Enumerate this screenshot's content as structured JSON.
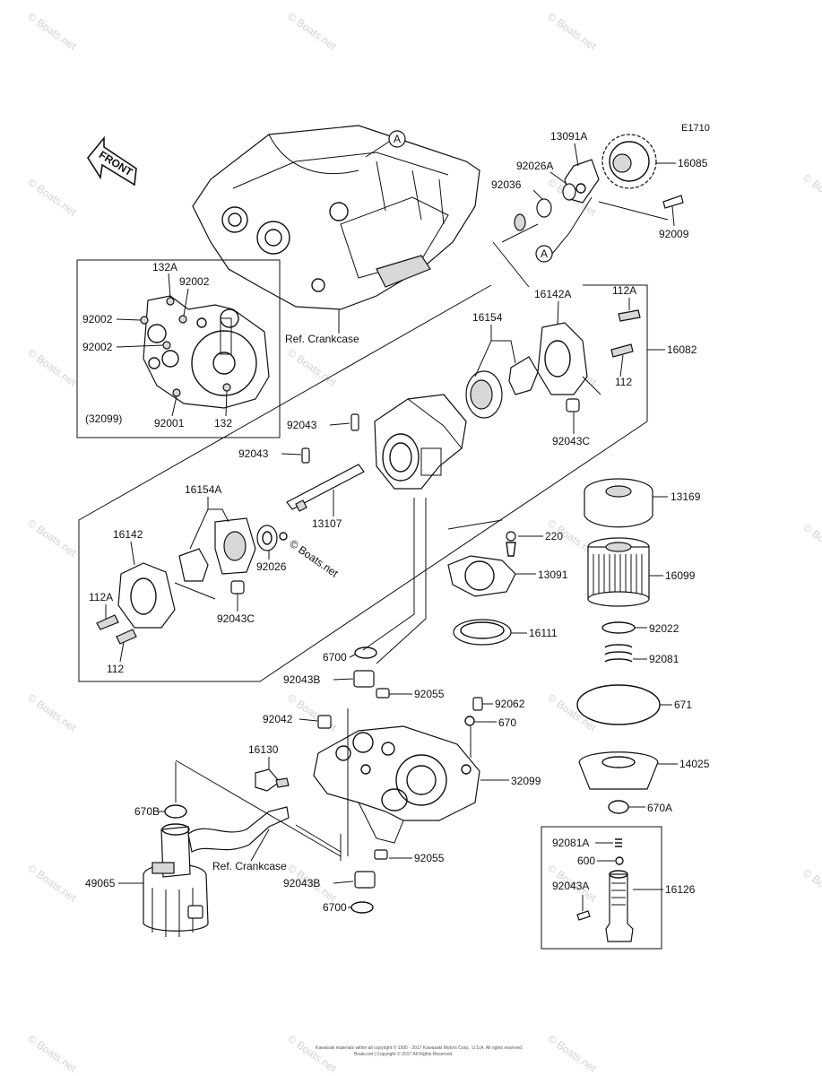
{
  "diagram_code": "E1710",
  "front_label": "FRONT",
  "ref_marker": "A",
  "watermark": "© Boats.net",
  "inline_watermark": "© Boats.net",
  "ref_crankcase_top": "Ref. Crankcase",
  "ref_crankcase_bottom": "Ref. Crankcase",
  "parts": {
    "p13091A": "13091A",
    "p92026A": "92026A",
    "p92036": "92036",
    "p16085": "16085",
    "p92009": "92009",
    "p132A": "132A",
    "p92002_a": "92002",
    "p92002_b": "92002",
    "p92002_c": "92002",
    "p32099_paren": "(32099)",
    "p92001": "92001",
    "p132": "132",
    "p16142A": "16142A",
    "p112A_top": "112A",
    "p16154": "16154",
    "p16082": "16082",
    "p112_top": "112",
    "p92043C_top": "92043C",
    "p92043_a": "92043",
    "p92043_b": "92043",
    "p13107": "13107",
    "p16154A": "16154A",
    "p16142": "16142",
    "p92026": "92026",
    "p112A_bot": "112A",
    "p92043C_bot": "92043C",
    "p112_bot": "112",
    "p13169": "13169",
    "p220": "220",
    "p13091": "13091",
    "p16099": "16099",
    "p16111": "16111",
    "p92022": "92022",
    "p6700_top": "6700",
    "p92043B_top": "92043B",
    "p92055_top": "92055",
    "p92062": "92062",
    "p92081": "92081",
    "p671": "671",
    "p92042": "92042",
    "p670": "670",
    "p16130": "16130",
    "p32099": "32099",
    "p14025": "14025",
    "p670B": "670B",
    "p670A": "670A",
    "p92081A": "92081A",
    "p600": "600",
    "p49065": "49065",
    "p92055_bot": "92055",
    "p92043A": "92043A",
    "p16126": "16126",
    "p92043B_bot": "92043B",
    "p6700_bot": "6700"
  },
  "footer_line1": "Kawasaki materials within all copyright © 1995 - 2017 Kawasaki Motors Corp., U.S.A. All rights reserved.",
  "footer_line2": "Boats.net | Copyright © 2017 All Rights Reserved"
}
